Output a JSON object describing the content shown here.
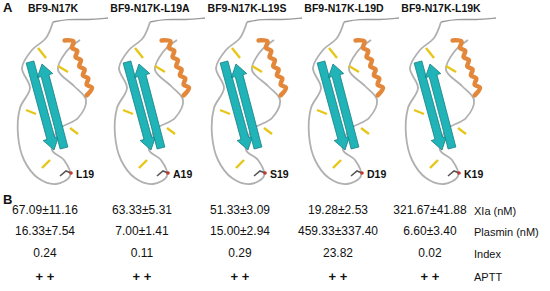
{
  "diagram": {
    "labels": [
      "A",
      "BF9-N17K",
      "BF9-N17K-L19A",
      "BF9-N17K-L19S",
      "BF9-N17K-L19D",
      "BF9-N17K-L19K",
      "L19",
      "A19",
      "S19",
      "D19",
      "K19",
      "B",
      "67.09±11.16",
      "63.33±5.31",
      "51.33±3.09",
      "19.28±2.53",
      "321.67±41.88",
      "XIa (nM)",
      "16.33±7.54",
      "7.00±1.41",
      "15.00±2.94",
      "459.33±337.40",
      "6.60±3.40",
      "Plasmin (nM)",
      "0.24",
      "0.11",
      "0.29",
      "23.82",
      "0.02",
      "Index",
      "+ +",
      "+ +",
      "+ +",
      "+ +",
      "+ +",
      "APTT"
    ]
  }
}
